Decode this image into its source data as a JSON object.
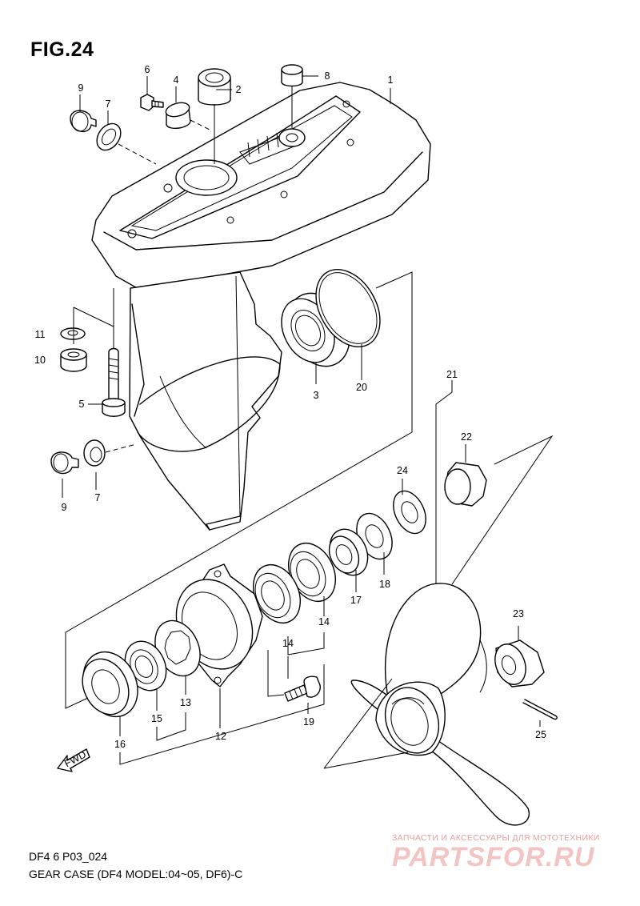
{
  "figure": {
    "title": "FIG.24",
    "code": "DF4 6 P03_024",
    "name": "GEAR CASE (DF4 MODEL:04~05, DF6)-C",
    "fwd_mark": "FWD"
  },
  "watermark": {
    "tagline": "ЗАПЧАСТИ И АКСЕССУАРЫ ДЛЯ МОТОТЕХНИКИ",
    "logo": "PARTSFOR.RU",
    "color": "#f2c4c4"
  },
  "callouts": {
    "c1": "1",
    "c2": "2",
    "c3": "3",
    "c4": "4",
    "c5": "5",
    "c6": "6",
    "c7a": "7",
    "c7b": "7",
    "c8": "8",
    "c9a": "9",
    "c9b": "9",
    "c10": "10",
    "c11": "11",
    "c12": "12",
    "c13": "13",
    "c14a": "14",
    "c14b": "14",
    "c15": "15",
    "c16": "16",
    "c17": "17",
    "c18": "18",
    "c19": "19",
    "c20": "20",
    "c21": "21",
    "c22": "22",
    "c23": "23",
    "c24": "24",
    "c25": "25"
  }
}
